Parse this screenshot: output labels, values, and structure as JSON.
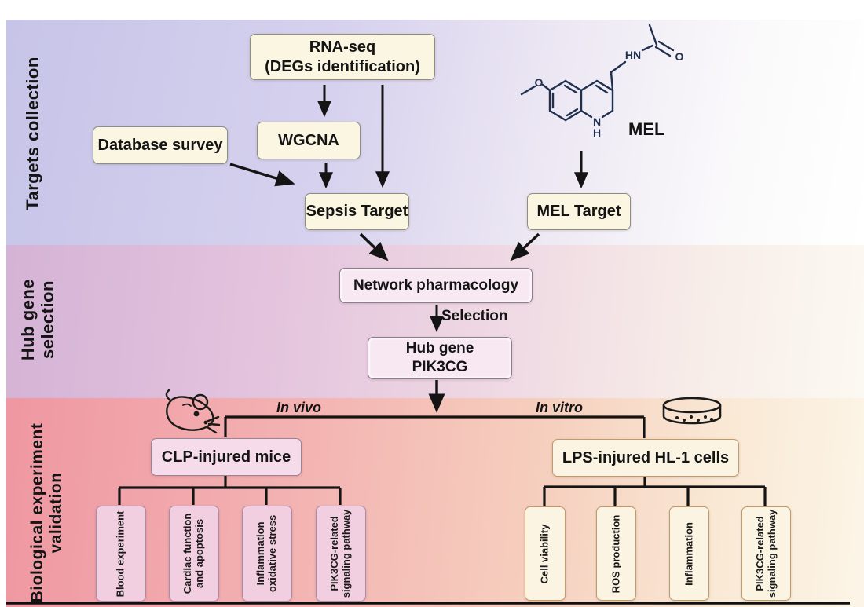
{
  "sections": {
    "targets_collection": {
      "label": "Targets collection"
    },
    "hub_gene_selection": {
      "line1": "Hub gene",
      "line2": "selection"
    },
    "biological_validation": {
      "line1": "Biological experiment",
      "line2": "validation"
    }
  },
  "nodes": {
    "rna_seq": {
      "line1": "RNA-seq",
      "line2": "(DEGs identification)"
    },
    "database_survey": "Database survey",
    "wgcna": "WGCNA",
    "sepsis_target": "Sepsis Target",
    "mel_target": "MEL Target",
    "network_pharmacology": "Network pharmacology",
    "hub_gene": {
      "line1": "Hub gene",
      "line2": "PIK3CG"
    },
    "clp_mice": "CLP-injured mice",
    "lps_cells": "LPS-injured HL-1 cells"
  },
  "edge_labels": {
    "selection": "Selection",
    "in_vivo": "In vivo",
    "in_vitro": "In vitro"
  },
  "molecule": {
    "name": "MEL",
    "atoms": {
      "methoxy_o": "O",
      "amide_hn": "HN",
      "carbonyl_o": "O",
      "ring_n": "N",
      "ring_h": "H"
    }
  },
  "in_vivo_outcomes": [
    "Blood experiment",
    "Cardiac function and apoptosis",
    "Inflammation oxidative stress",
    "PIK3CG-related signaling pathway"
  ],
  "in_vitro_outcomes": [
    "Cell viability",
    "ROS production",
    "Inflammation",
    "PIK3CG-related signaling pathway"
  ],
  "colors": {
    "band_targets_left": "#c6c4e8",
    "band_hub_left": "#d4b3d6",
    "band_bio_left": "#ef97a2",
    "cream_box_fill": "#faf6e2",
    "cream_box_border": "#8d8d80",
    "pink_box_fill": "#f6dcea",
    "pink_box_border": "#9b8496",
    "tan_box_border": "#c19a66",
    "molecule_ink": "#20304f",
    "line_ink": "#141414"
  }
}
